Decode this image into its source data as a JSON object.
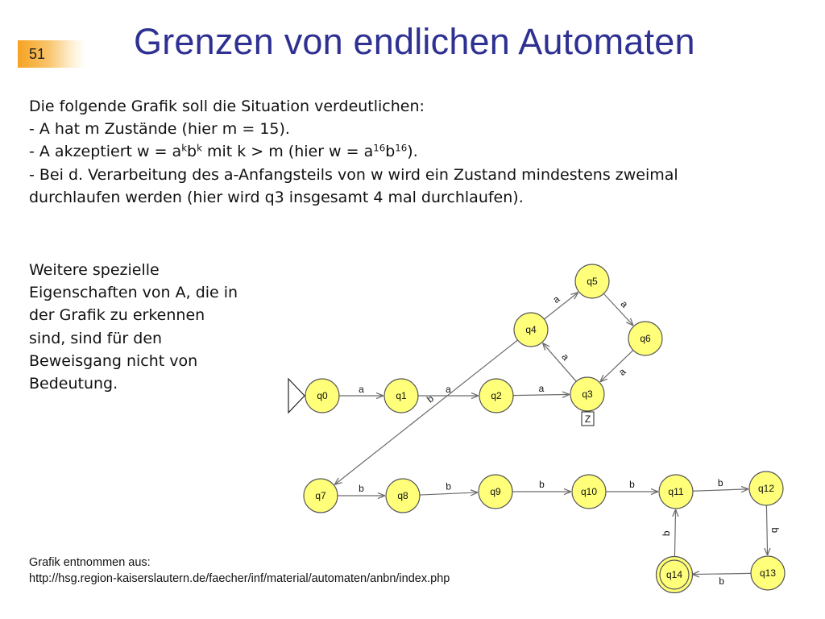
{
  "slide": {
    "number": "51",
    "title": "Grenzen von endlichen Automaten"
  },
  "intro": {
    "line1": "Die folgende Grafik soll die Situation verdeutlichen:",
    "line2": "- A hat m Zustände (hier m = 15).",
    "line3": {
      "prefix": "- A akzeptiert w = a",
      "sup1": "k",
      "mid1": "b",
      "sup2": "k",
      "mid2": " mit k > m (hier w = a",
      "sup3": "16",
      "mid3": "b",
      "sup4": "16",
      "suffix": ")."
    },
    "line4": "- Bei d. Verarbeitung des a-Anfangsteils von w wird ein Zustand mindestens zweimal",
    "line5": "durchlaufen werden (hier wird q3 insgesamt 4 mal durchlaufen)."
  },
  "side_note": {
    "lines": [
      "Weitere spezielle",
      "Eigenschaften von A, die in",
      "der Grafik zu erkennen",
      "sind, sind für den",
      "Beweisgang nicht von",
      "Bedeutung."
    ]
  },
  "source": {
    "line1": "Grafik entnommen aus:",
    "line2": "http://hsg.region-kaiserslautern.de/faecher/inf/material/automaten/anbn/index.php"
  },
  "automaton": {
    "colors": {
      "state_fill": "#ffff7a",
      "edge": "#6b6b6b",
      "title": "#2e3192"
    },
    "start_state": "q0",
    "final_state": "q14",
    "final_state_label": "q14",
    "state_box_label": "Z",
    "state_box_for": "q3",
    "states": [
      "q0",
      "q1",
      "q2",
      "q3",
      "q4",
      "q5",
      "q6",
      "q7",
      "q8",
      "q9",
      "q10",
      "q11",
      "q12",
      "q13",
      "q14"
    ],
    "transitions": [
      {
        "from": "q0",
        "to": "q1",
        "symbol": "a"
      },
      {
        "from": "q1",
        "to": "q2",
        "symbol": "a"
      },
      {
        "from": "q2",
        "to": "q3",
        "symbol": "a"
      },
      {
        "from": "q3",
        "to": "q4",
        "symbol": "a"
      },
      {
        "from": "q4",
        "to": "q5",
        "symbol": "a"
      },
      {
        "from": "q5",
        "to": "q6",
        "symbol": "a"
      },
      {
        "from": "q6",
        "to": "q3",
        "symbol": "a"
      },
      {
        "from": "q4",
        "to": "q7",
        "symbol": "b"
      },
      {
        "from": "q7",
        "to": "q8",
        "symbol": "b"
      },
      {
        "from": "q8",
        "to": "q9",
        "symbol": "b"
      },
      {
        "from": "q9",
        "to": "q10",
        "symbol": "b"
      },
      {
        "from": "q10",
        "to": "q11",
        "symbol": "b"
      },
      {
        "from": "q11",
        "to": "q12",
        "symbol": "b"
      },
      {
        "from": "q12",
        "to": "q13",
        "symbol": "b"
      },
      {
        "from": "q13",
        "to": "q14",
        "symbol": "b"
      },
      {
        "from": "q14",
        "to": "q11",
        "symbol": "b"
      }
    ]
  }
}
